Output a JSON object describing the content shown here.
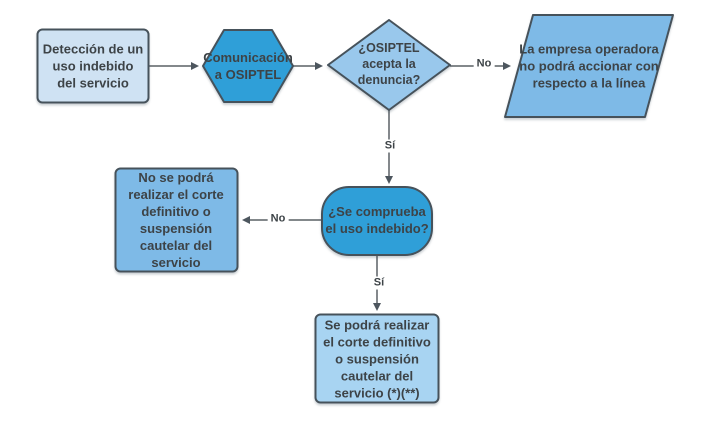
{
  "diagram": {
    "type": "flowchart",
    "language": "es",
    "background": "#ffffff",
    "colors": {
      "border": "#46525b",
      "connector_line": "#5a6065",
      "arrowhead": "#4d565e",
      "text": "#3d4347",
      "light_fill": "#cfe2f3",
      "medium_fill": "#7ebae7",
      "medium_light_fill": "#99c8ec",
      "lighter_fill": "#a8d4f2",
      "dark_fill": "#2f9fd8"
    },
    "nodes": {
      "start": {
        "shape": "rectangle",
        "lines": [
          "Detección de un",
          "uso indebido",
          "del servicio"
        ]
      },
      "comunicacion": {
        "shape": "hexagon",
        "lines": [
          "Comunicación",
          "a OSIPTEL"
        ]
      },
      "acepta": {
        "shape": "decision-diamond",
        "lines": [
          "¿OSIPTEL",
          "acepta la",
          "denuncia?"
        ]
      },
      "no_accionar": {
        "shape": "parallelogram",
        "lines": [
          "La empresa operadora",
          "no podrá accionar con",
          "respecto a la línea"
        ]
      },
      "comprueba": {
        "shape": "stadium",
        "lines": [
          "¿Se comprueba",
          "el uso indebido?"
        ]
      },
      "no_corte": {
        "shape": "rectangle",
        "lines": [
          "No se podrá",
          "realizar el corte",
          "definitivo o",
          "suspensión",
          "cautelar del",
          "servicio"
        ]
      },
      "corte": {
        "shape": "rectangle",
        "lines": [
          "Se podrá realizar",
          "el corte definitivo",
          "o suspensión",
          "cautelar del",
          "servicio (*)(**)"
        ]
      }
    },
    "edge_labels": {
      "acepta_no": "No",
      "acepta_si": "Sí",
      "comprueba_no": "No",
      "comprueba_si": "Sí"
    }
  }
}
